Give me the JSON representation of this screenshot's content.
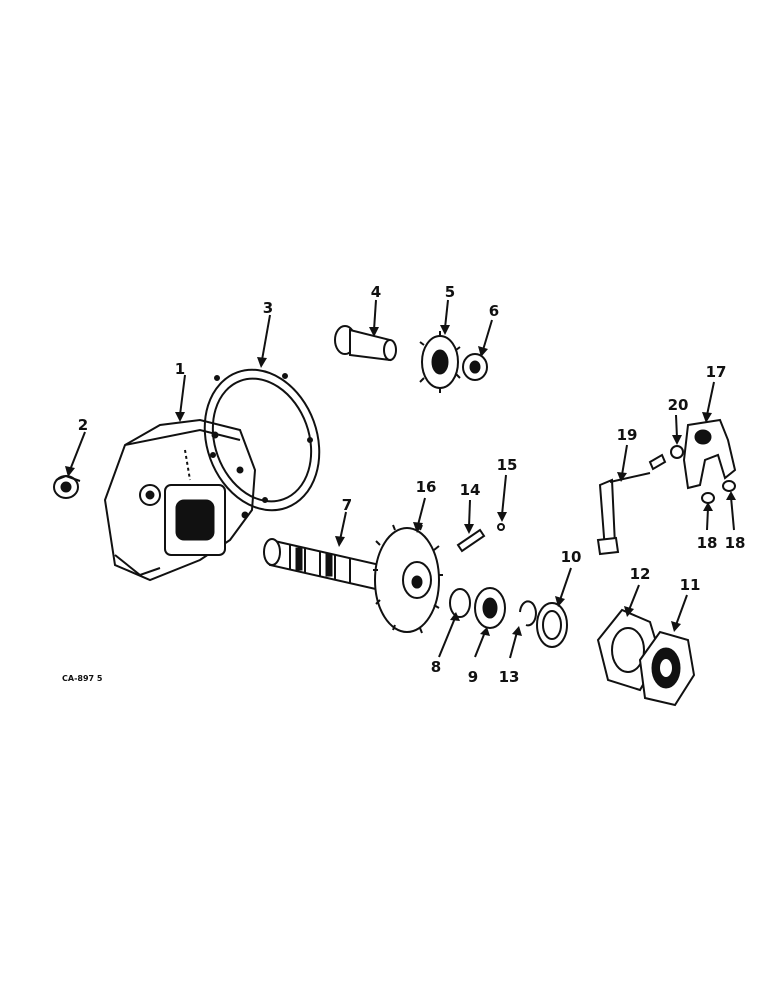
{
  "diagram": {
    "callouts": [
      "1",
      "2",
      "3",
      "4",
      "5",
      "6",
      "7",
      "8",
      "9",
      "10",
      "11",
      "12",
      "13",
      "14",
      "15",
      "16",
      "17",
      "18",
      "18",
      "19",
      "20"
    ],
    "figure_code": "CA-897 5"
  }
}
